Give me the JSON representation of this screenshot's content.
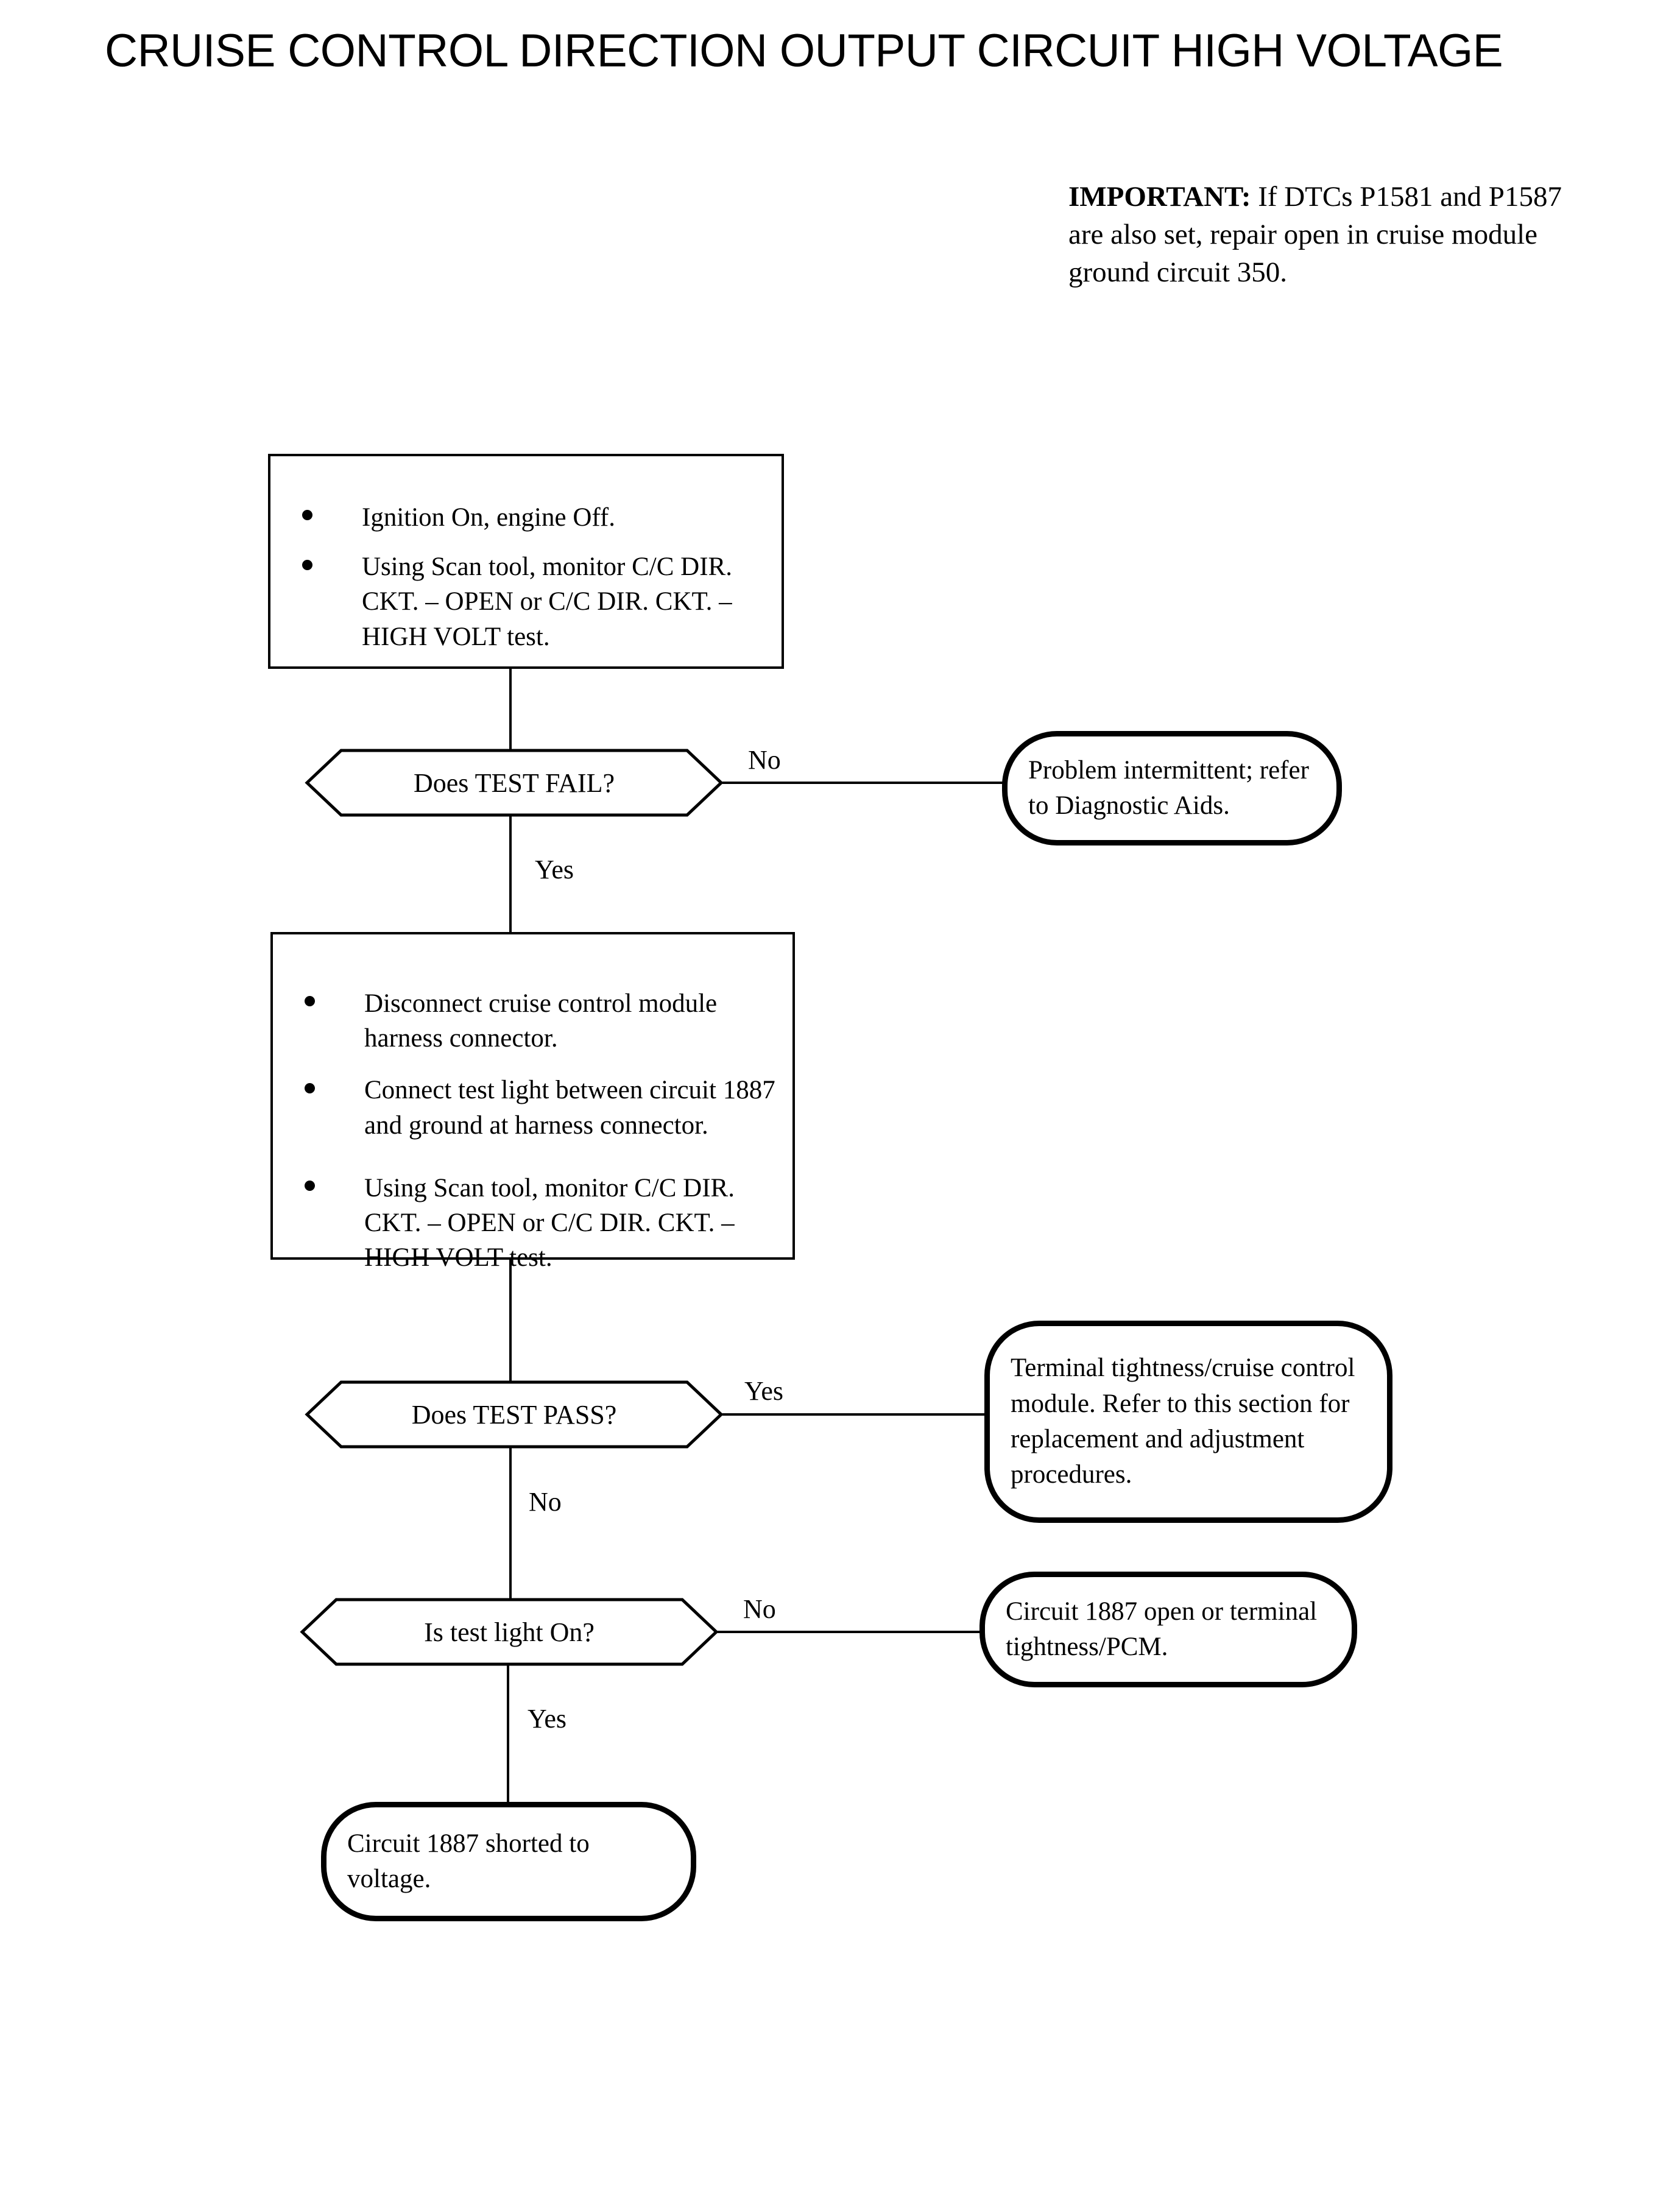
{
  "page": {
    "title": "CRUISE CONTROL DIRECTION OUTPUT CIRCUIT HIGH VOLTAGE"
  },
  "important_note": {
    "lead": "IMPORTANT:",
    "body": "  If DTCs P1581 and P1587 are also set, repair open in cruise module ground circuit 350."
  },
  "flow": {
    "step1": {
      "bullets": [
        "Ignition On, engine Off.",
        "Using Scan tool, monitor C/C DIR. CKT. – OPEN or C/C DIR. CKT. – HIGH VOLT test."
      ]
    },
    "decision1": {
      "label": "Does TEST FAIL?",
      "branch_right": "No",
      "branch_down": "Yes"
    },
    "terminal1": {
      "text": "Problem intermittent; refer to Diagnostic Aids."
    },
    "step2": {
      "bullets": [
        "Disconnect cruise control module harness connector.",
        "Connect test light between circuit 1887 and ground at harness connector.",
        "Using Scan tool, monitor C/C DIR. CKT. – OPEN or C/C DIR. CKT. – HIGH VOLT test."
      ]
    },
    "decision2": {
      "label": "Does TEST PASS?",
      "branch_right": "Yes",
      "branch_down": "No"
    },
    "terminal2": {
      "text": "Terminal tightness/cruise control module. Refer to this section for replacement and adjustment procedures."
    },
    "decision3": {
      "label": "Is test light On?",
      "branch_right": "No",
      "branch_down": "Yes"
    },
    "terminal3": {
      "text": "Circuit 1887 open or terminal tightness/PCM."
    },
    "terminal4": {
      "text": "Circuit 1887 shorted to voltage."
    }
  },
  "colors": {
    "ink": "#000000",
    "paper": "#ffffff"
  }
}
